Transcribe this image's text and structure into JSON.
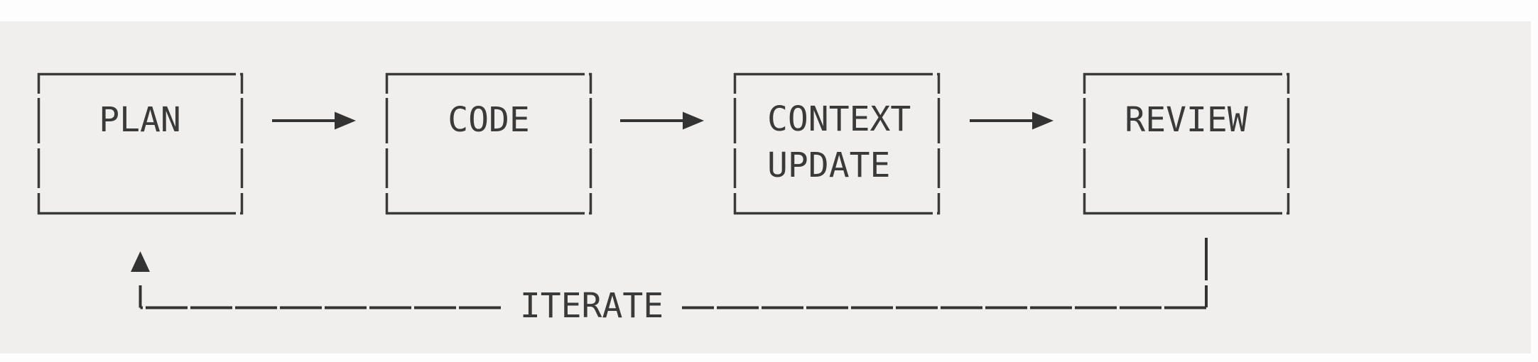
{
  "diagram": {
    "canvas": {
      "page_background": "#fdfdfd",
      "background": "#f0efed",
      "stroke_color": "#3a3a3a",
      "text_color": "#3a3a3a"
    },
    "nodes": [
      {
        "id": "plan",
        "lines": [
          "PLAN"
        ]
      },
      {
        "id": "code",
        "lines": [
          "CODE"
        ]
      },
      {
        "id": "context-update",
        "lines": [
          "CONTEXT",
          "UPDATE"
        ]
      },
      {
        "id": "review",
        "lines": [
          "REVIEW"
        ]
      }
    ],
    "edges": [
      {
        "from": "PLAN",
        "to": "CODE",
        "type": "arrow-right"
      },
      {
        "from": "CODE",
        "to": "CONTEXT UPDATE",
        "type": "arrow-right"
      },
      {
        "from": "CONTEXT UPDATE",
        "to": "REVIEW",
        "type": "arrow-right"
      },
      {
        "from": "REVIEW",
        "to": "PLAN",
        "type": "loop-arrow",
        "label": "ITERATE"
      }
    ]
  }
}
